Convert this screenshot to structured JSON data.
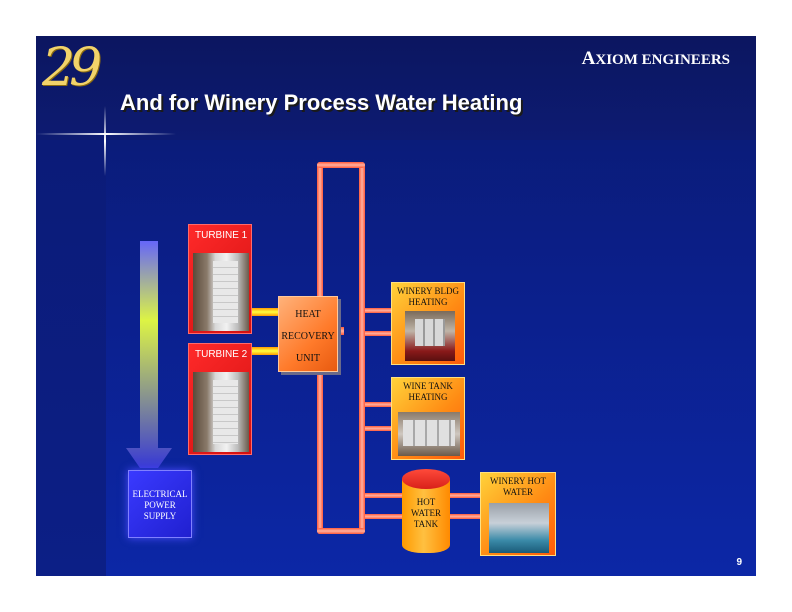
{
  "slide": {
    "logo_number": "29",
    "company_first_letter": "A",
    "company_rest": "XIOM ENGINEERS",
    "title": "And for Winery Process Water Heating",
    "page_number": "9"
  },
  "diagram": {
    "turbine_1": "TURBINE 1",
    "turbine_2": "TURBINE 2",
    "hru_line1": "HEAT",
    "hru_line2": "RECOVERY",
    "hru_line3": "UNIT",
    "electrical_line1": "ELECTRICAL",
    "electrical_line2": "POWER",
    "electrical_line3": "SUPPLY",
    "bldg_line1": "WINERY BLDG",
    "bldg_line2": "HEATING",
    "tank_heat_line1": "WINE TANK",
    "tank_heat_line2": "HEATING",
    "hot_tank_line1": "HOT",
    "hot_tank_line2": "WATER",
    "hot_tank_line3": "TANK",
    "hot_water_line1": "WINERY HOT",
    "hot_water_line2": "WATER"
  }
}
